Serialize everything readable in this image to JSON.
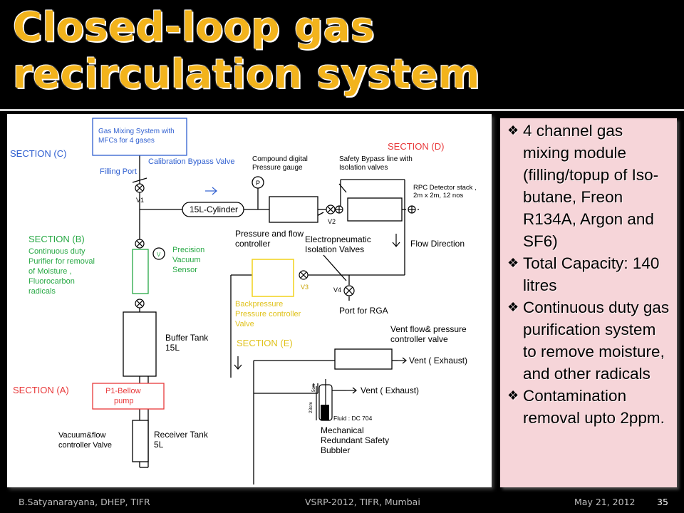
{
  "slide": {
    "title": "Closed-loop gas recirculation system",
    "bullets": [
      "4 channel gas mixing module (filling/topup of Iso-butane, Freon R134A, Argon and SF6)",
      " Total Capacity: 140 litres",
      "Continuous duty gas purification system to remove moisture, and other radicals",
      "Contamination removal upto 2ppm."
    ],
    "bullet_icon": "diamond-bullet-icon"
  },
  "diagram": {
    "gas_mixing_box": "Gas Mixing System with MFCs for 4 gases",
    "gas_mixing_line1": "Gas Mixing System with",
    "gas_mixing_line2": "MFCs for 4 gases",
    "section_c": "SECTION  (C)",
    "filling_port": "Filling Port",
    "calibration_bypass": "Calibration Bypass Valve",
    "v1": "V1",
    "cylinder": "15L-Cylinder",
    "compound_gauge_line1": "Compound digital",
    "compound_gauge_line2": "Pressure  gauge",
    "p_symbol": "P",
    "safety_bypass_line1": "Safety Bypass line with",
    "safety_bypass_line2": "Isolation valves",
    "section_d": "SECTION  (D)",
    "rpc_line1": "RPC Detector  stack ,",
    "rpc_line2": "2m x 2m, 12 nos",
    "pressure_flow_line1": "Pressure and flow",
    "pressure_flow_line2": "controller",
    "v2": "V2",
    "electro_line1": "Electropneumatic",
    "electro_line2": "Isolation Valves",
    "flow_direction": "Flow Direction",
    "section_b": "SECTION  (B)",
    "purifier_line1": "Continuous duty",
    "purifier_line2": "Purifier for removal",
    "purifier_line3": "of  Moisture ,",
    "purifier_line4": "Fluorocarbon",
    "purifier_line5": "radicals",
    "v_symbol": "V",
    "precision_line1": "Precision",
    "precision_line2": "Vacuum",
    "precision_line3": "Sensor",
    "v3": "V3",
    "v4": "V4",
    "backpressure_line1": "Backpressure",
    "backpressure_line2": "Pressure controller",
    "backpressure_line3": "Valve",
    "port_rga": "Port for RGA",
    "section_e": "SECTION  (E)",
    "buffer_line1": "Buffer Tank",
    "buffer_line2": "15L",
    "vent_flow_line1": "Vent flow& pressure",
    "vent_flow_line2": "controller valve",
    "vent_exhaust_1": "Vent ( Exhaust)",
    "section_a": "SECTION  (A)",
    "bellow_line1": "P1-Bellow",
    "bellow_line2": "pump",
    "vent_exhaust_2": "Vent ( Exhaust)",
    "dim_23": "23cm",
    "dim_5": "5cm",
    "fluid": "Fluid : DC 704",
    "receiver_line1": "Receiver Tank",
    "receiver_line2": "5L",
    "vacuum_flow_line1": "Vacuum&flow",
    "vacuum_flow_line2": "controller Valve",
    "mech_line1": "Mechanical",
    "mech_line2": "Redundant Safety",
    "mech_line3": "Bubbler"
  },
  "footer": {
    "author": "B.Satyanarayana, DHEP, TIFR",
    "event": "VSRP-2012, TIFR, Mumbai",
    "date": "May 21, 2012",
    "page": "35"
  },
  "colors": {
    "title": "#f2b31c",
    "section_red": "#e8393a",
    "section_blue": "#2f5fd0",
    "section_green": "#27a844",
    "section_yellow": "#f2d21c",
    "bullet_panel": "#f6d5d9"
  }
}
